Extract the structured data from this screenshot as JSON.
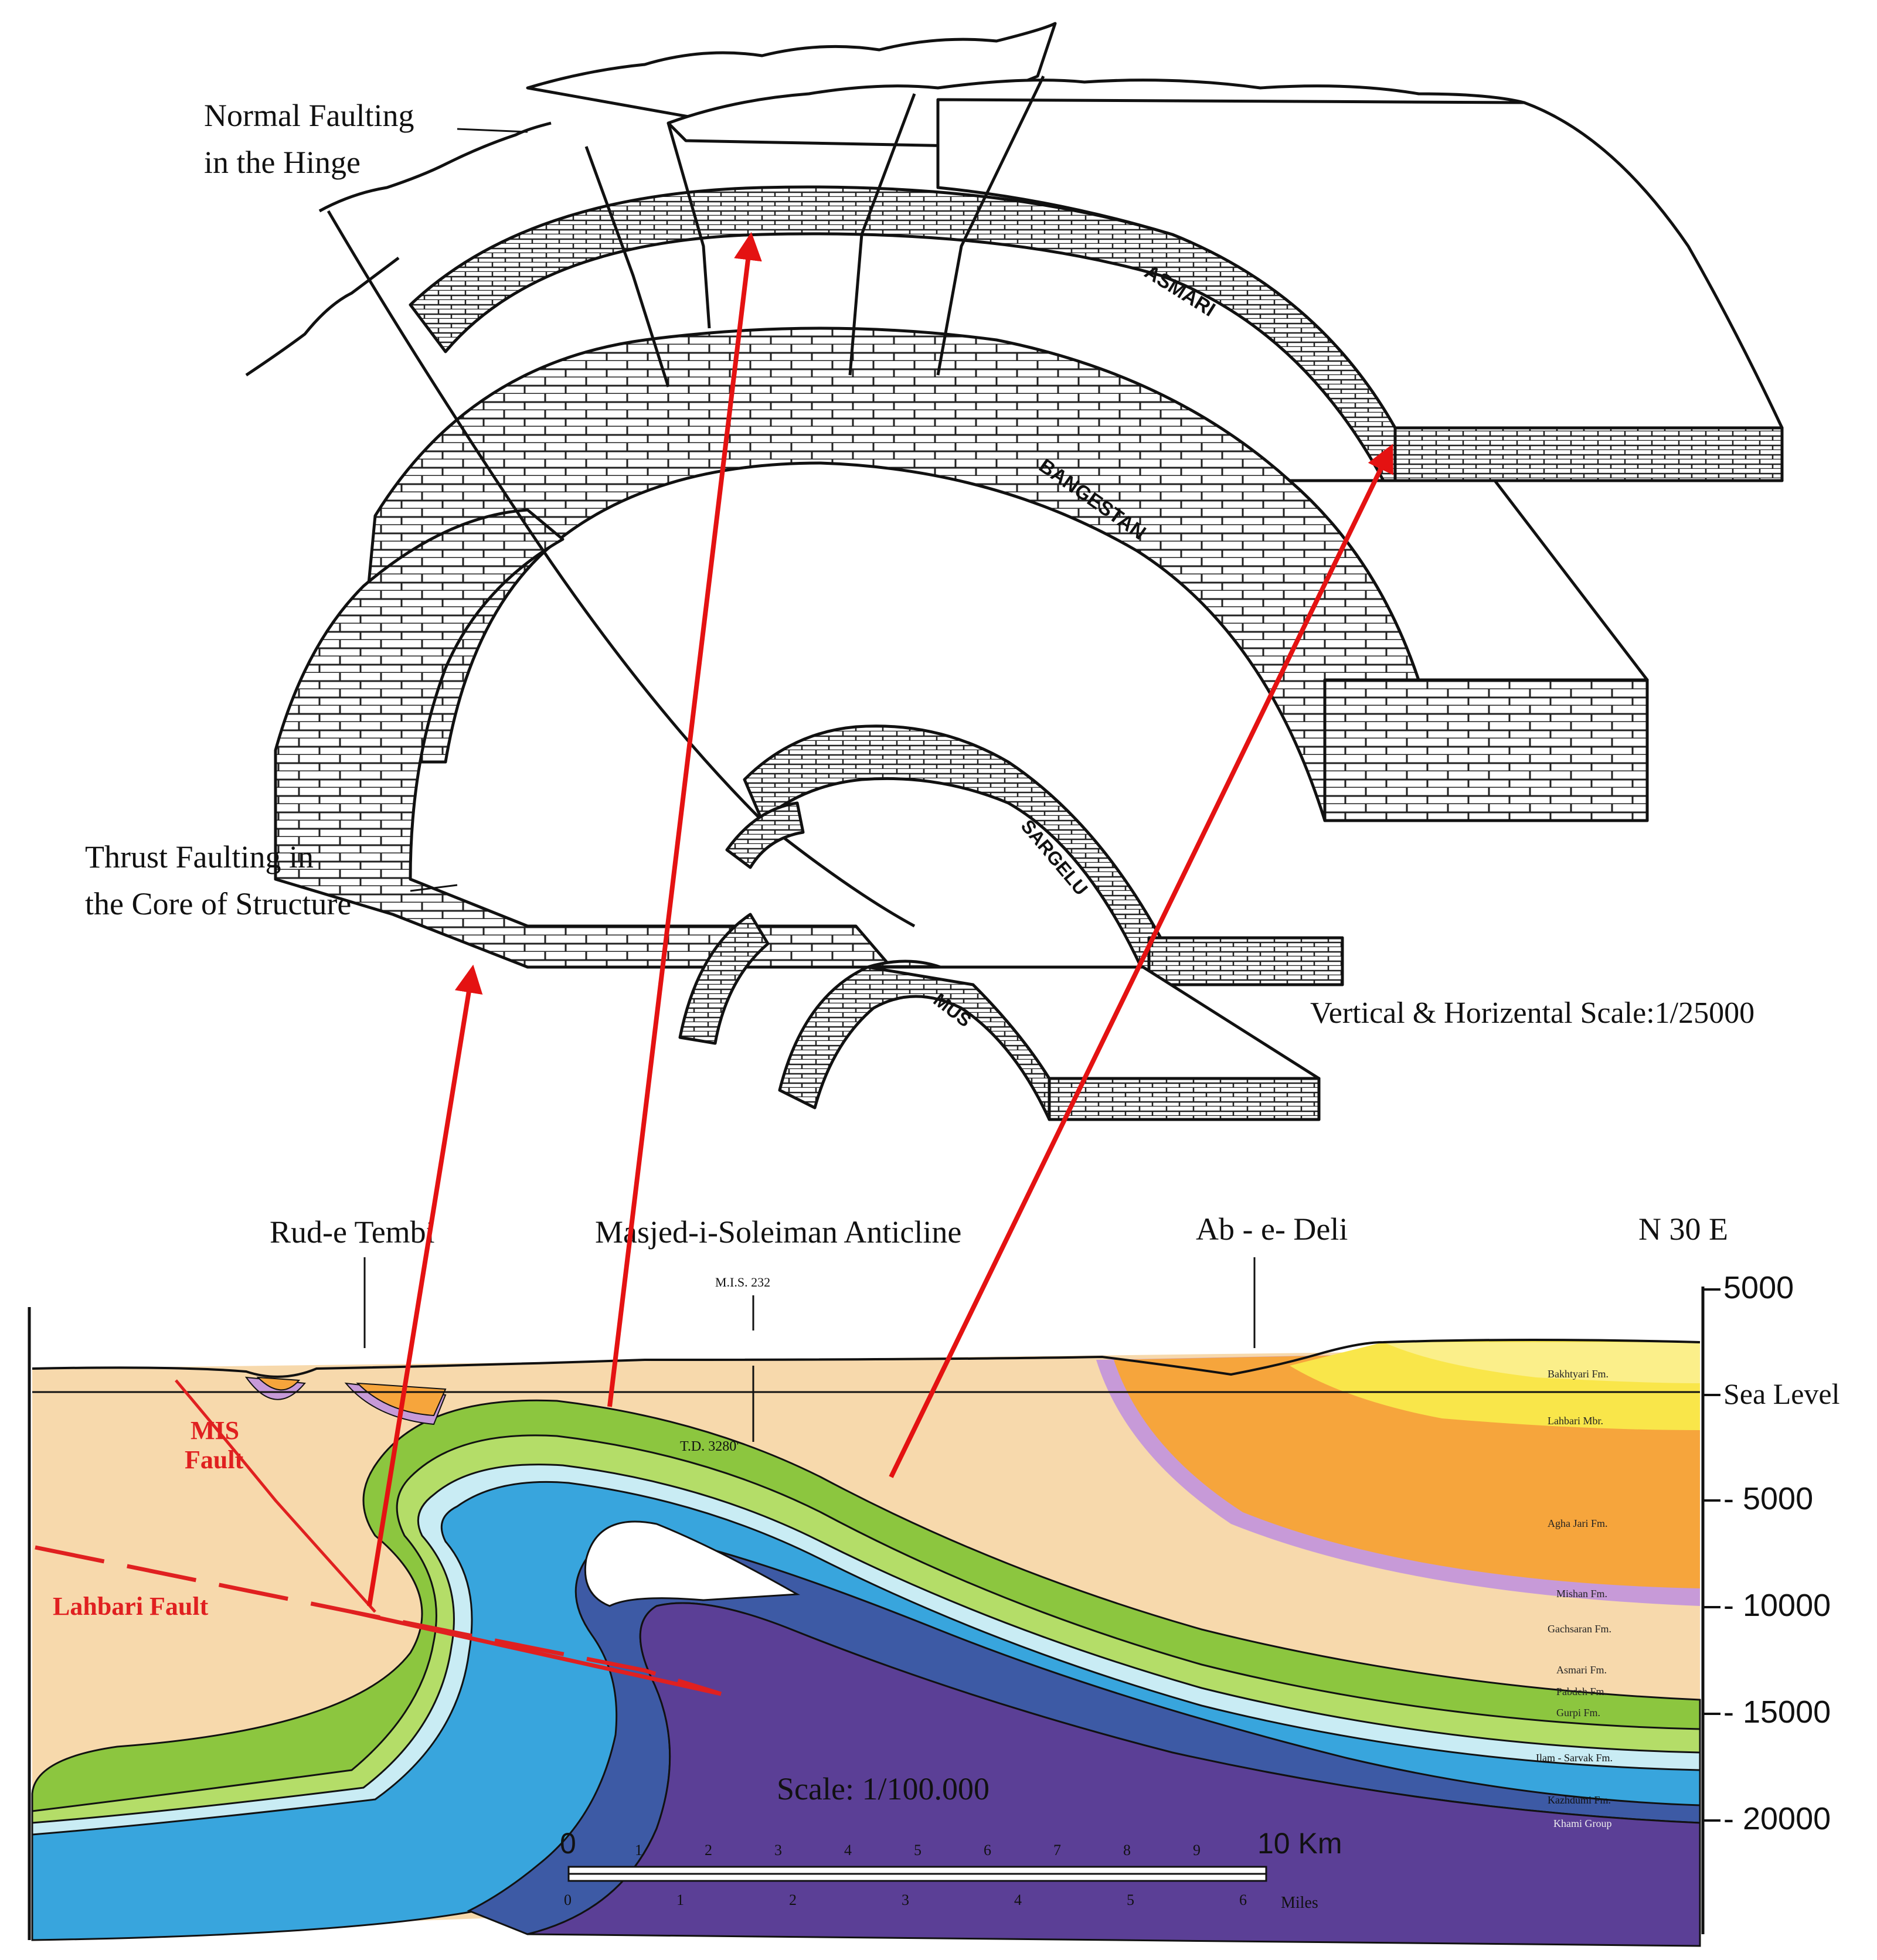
{
  "block_diagram": {
    "labels": {
      "normal_faulting_1": "Normal Faulting",
      "normal_faulting_2": "in the Hinge",
      "thrust_faulting_1": "Thrust Faulting in",
      "thrust_faulting_2": "the Core of Structure",
      "scale": "Vertical & Horizental Scale:1/25000"
    },
    "formations": [
      "ASMARI",
      "BANGESTAN",
      "SARGELU",
      "MUS"
    ]
  },
  "cross_section": {
    "locations": {
      "rud_e_tembi": "Rud-e Tembi",
      "anticline": "Masjed-i-Soleiman Anticline",
      "ab_e_deli": "Ab - e- Deli",
      "direction": "N 30 E"
    },
    "well": {
      "name": "M.I.S. 232",
      "td": "T.D. 3280'"
    },
    "faults": {
      "mis_1": "MIS",
      "mis_2": "Fault",
      "lahbari": "Lahbari Fault"
    },
    "depth_axis": [
      "5000",
      "Sea Level",
      "- 5000",
      "- 10000",
      "- 15000",
      "- 20000"
    ],
    "formation_labels": [
      "Bakhtyari Fm.",
      "Lahbari Mbr.",
      "Agha Jari Fm.",
      "Mishan Fm.",
      "Gachsaran Fm.",
      "Asmari Fm.",
      "Pabdeh Fm.",
      "Gurpi Fm.",
      "Ilam - Sarvak Fm.",
      "Kazhdumi Fm.",
      "Khami Group"
    ],
    "scale_text": "Scale: 1/100.000",
    "scale_bar": {
      "km_start": "0",
      "km_ticks": [
        "1",
        "2",
        "3",
        "4",
        "5",
        "6",
        "7",
        "8",
        "9"
      ],
      "km_end": "10 Km",
      "mile_ticks": [
        "0",
        "1",
        "2",
        "3",
        "4",
        "5",
        "6"
      ],
      "mile_label": "Miles"
    }
  },
  "colors": {
    "outline": "#111111",
    "arrow": "#e41212",
    "fault": "#e02020",
    "sand": "#f7d9ac",
    "orange": "#f6a53c",
    "yellow": "#f9e64a",
    "lilac": "#c79ad8",
    "green": "#8cc63f",
    "light_green": "#b4dd68",
    "pale_cyan": "#c9ecf4",
    "blue": "#38a5dd",
    "deep_blue": "#3d5aa5",
    "purple": "#5b3f96"
  }
}
